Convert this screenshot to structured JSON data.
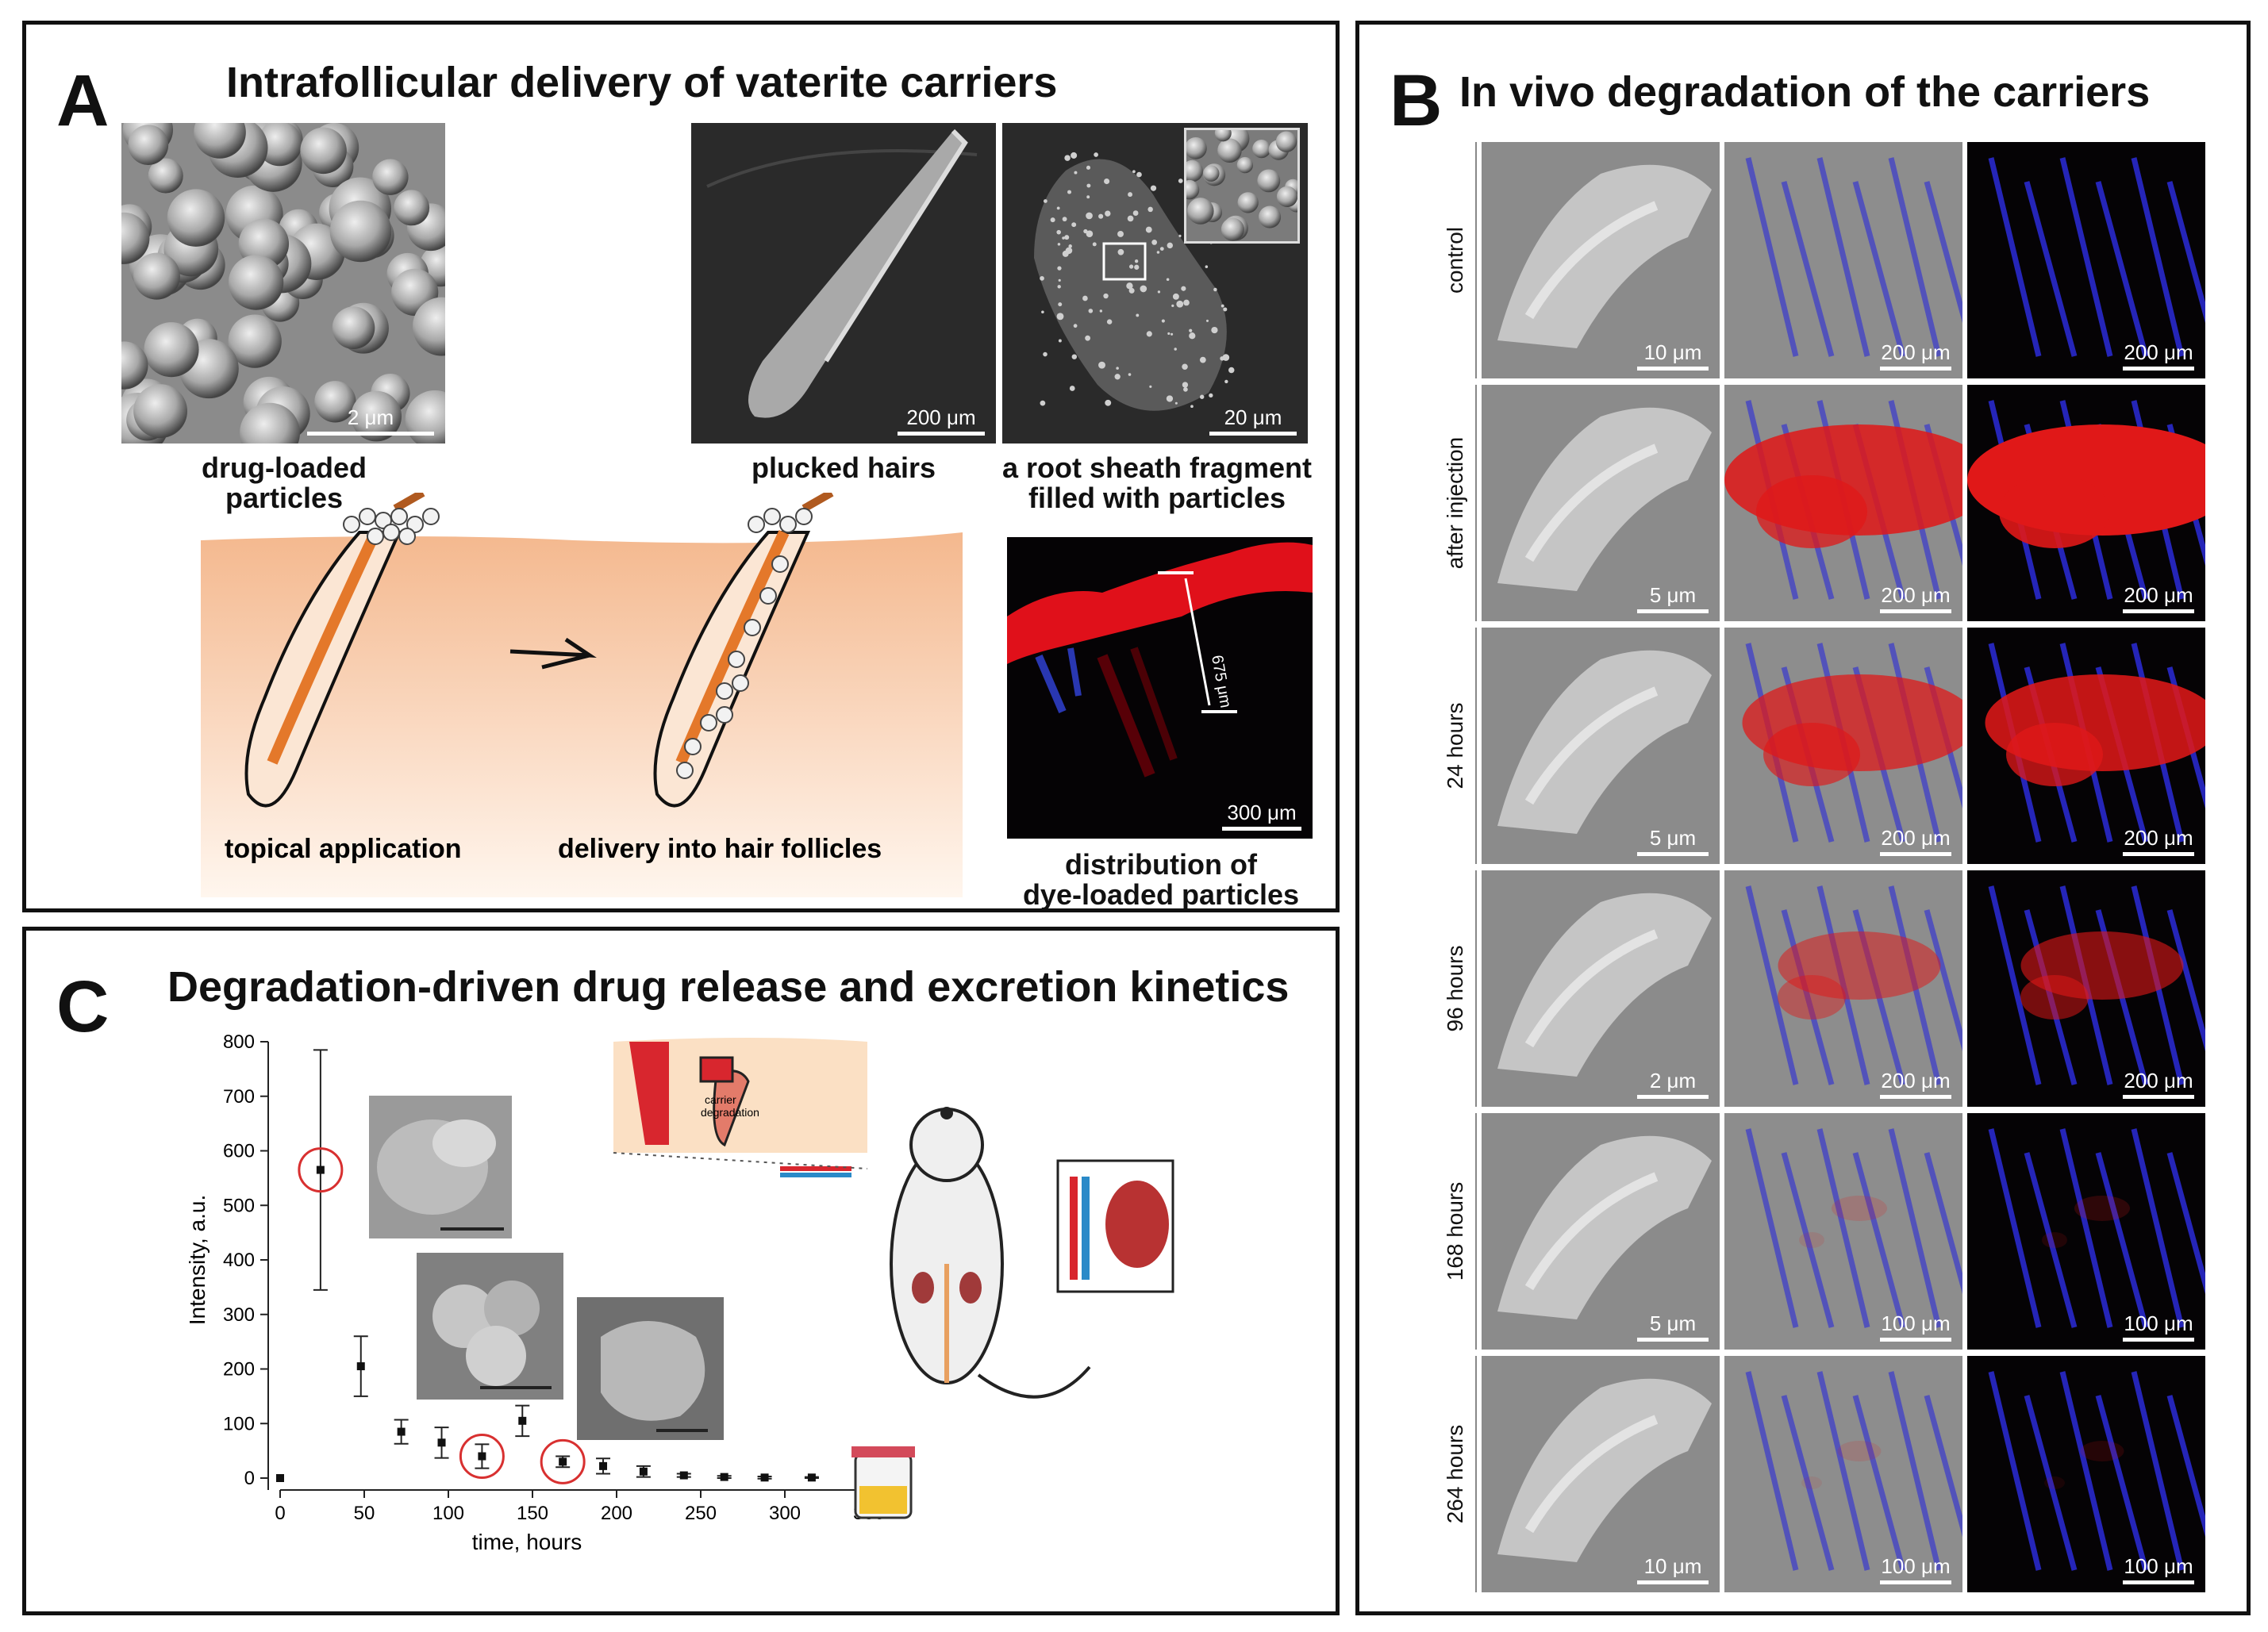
{
  "panelA": {
    "letter": "A",
    "title": "Intrafollicular delivery of vaterite carriers",
    "images": {
      "particles": {
        "scale": "2 μm",
        "caption": [
          "drug-loaded",
          "particles"
        ]
      },
      "hairs": {
        "scale": "200 μm",
        "caption": "plucked hairs"
      },
      "sheath": {
        "scale": "20 μm",
        "caption": [
          "a root sheath fragment",
          "filled with particles"
        ]
      },
      "distribution": {
        "scale": "300 μm",
        "depth": "675 μm",
        "caption": [
          "distribution of",
          "dye-loaded particles"
        ]
      }
    },
    "diagram": {
      "label_left": "topical application",
      "label_right": "delivery into hair follicles"
    }
  },
  "panelB": {
    "letter": "B",
    "title": "In vivo degradation of the carriers",
    "rows": [
      {
        "label": "control",
        "scales": [
          "10 μm",
          "200 μm",
          "200 μm"
        ],
        "red": 0
      },
      {
        "label": "after injection",
        "scales": [
          "5 μm",
          "200 μm",
          "200 μm"
        ],
        "red": 1
      },
      {
        "label": "24 hours",
        "scales": [
          "5 μm",
          "200 μm",
          "200 μm"
        ],
        "red": 0.85
      },
      {
        "label": "96 hours",
        "scales": [
          "2 μm",
          "200 μm",
          "200 μm"
        ],
        "red": 0.55
      },
      {
        "label": "168 hours",
        "scales": [
          "5 μm",
          "100 μm",
          "100 μm"
        ],
        "red": 0.1
      },
      {
        "label": "264 hours",
        "scales": [
          "10 μm",
          "100 μm",
          "100 μm"
        ],
        "red": 0.05
      }
    ]
  },
  "panelC": {
    "letter": "C",
    "title": "Degradation-driven drug release and excretion kinetics",
    "diagram_text": [
      "carrier",
      "degradation"
    ]
  },
  "chart_data": {
    "type": "scatter",
    "xlabel": "time, hours",
    "ylabel": "Intensity, a.u.",
    "xlim": [
      0,
      350
    ],
    "ylim": [
      0,
      800
    ],
    "xticks": [
      0,
      50,
      100,
      150,
      200,
      250,
      300,
      350
    ],
    "yticks": [
      0,
      100,
      200,
      300,
      400,
      500,
      600,
      700,
      800
    ],
    "points": [
      {
        "x": 0,
        "y": 0,
        "err": 0
      },
      {
        "x": 24,
        "y": 565,
        "err": 220,
        "circled": true
      },
      {
        "x": 48,
        "y": 205,
        "err": 55
      },
      {
        "x": 72,
        "y": 85,
        "err": 22
      },
      {
        "x": 96,
        "y": 65,
        "err": 28
      },
      {
        "x": 120,
        "y": 40,
        "err": 22,
        "circled": true
      },
      {
        "x": 144,
        "y": 105,
        "err": 28
      },
      {
        "x": 168,
        "y": 30,
        "err": 10,
        "circled": true
      },
      {
        "x": 192,
        "y": 22,
        "err": 14
      },
      {
        "x": 216,
        "y": 12,
        "err": 10
      },
      {
        "x": 240,
        "y": 5,
        "err": 3
      },
      {
        "x": 264,
        "y": 2,
        "err": 2
      },
      {
        "x": 288,
        "y": 1,
        "err": 2
      },
      {
        "x": 316,
        "y": 1,
        "err": 1
      }
    ]
  }
}
